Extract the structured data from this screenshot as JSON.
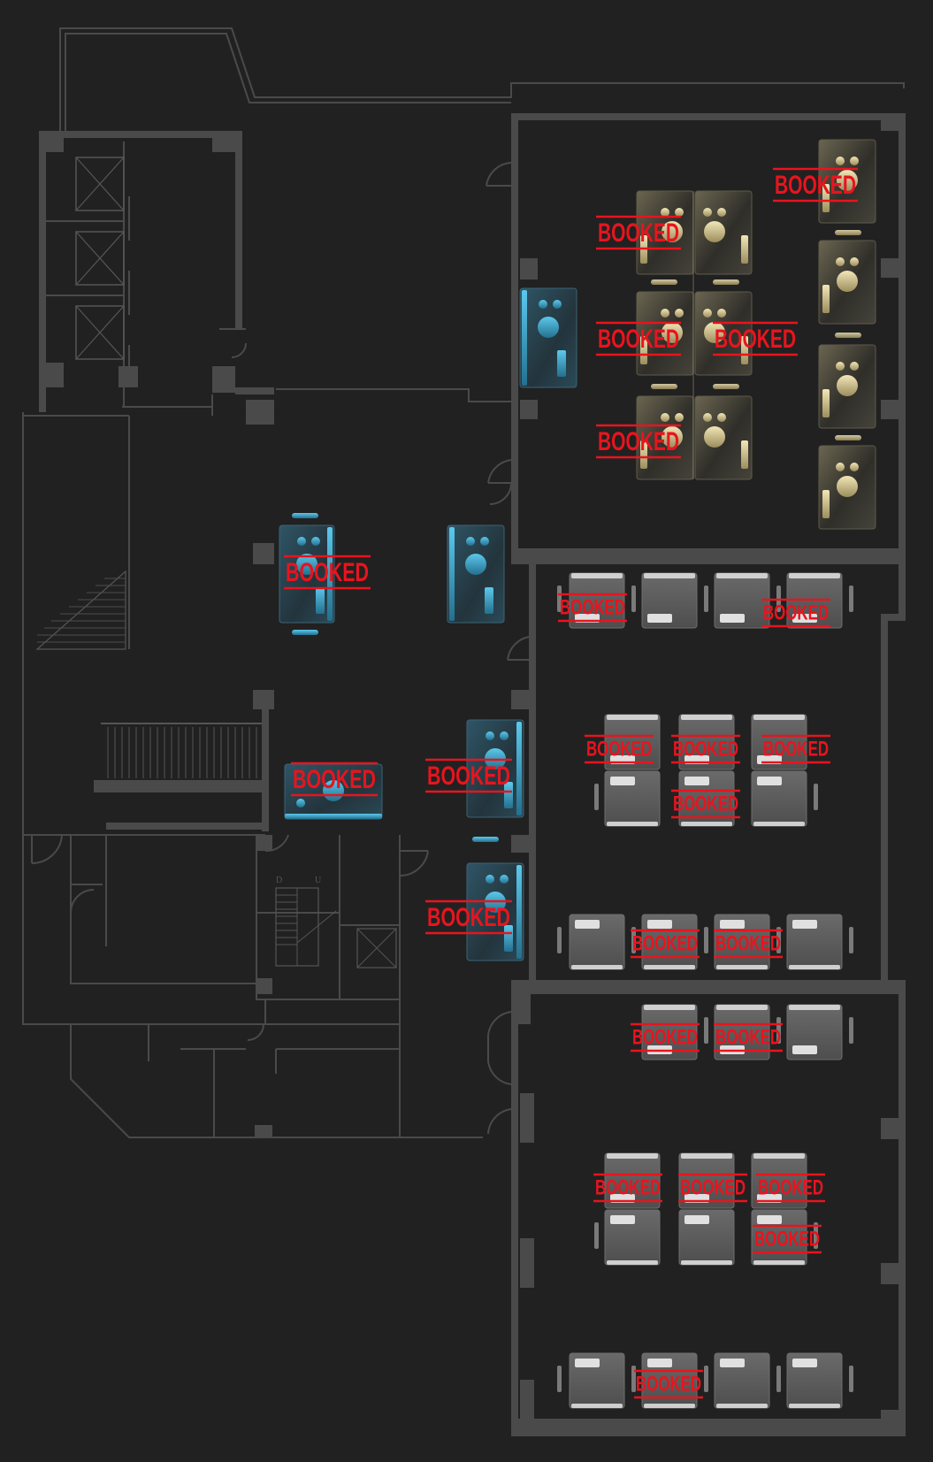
{
  "booked_label": "BOOKED",
  "colors": {
    "background": "#212121",
    "wall": "#4a4a4a",
    "booked_red": "#e8141e",
    "gold_seat": "#d8c898",
    "blue_seat": "#3ab0d8",
    "gray_desk": "#5a5a5a"
  },
  "legend_letters": {
    "down": "D",
    "up": "U"
  },
  "gold_desks": [
    {
      "id": "g1",
      "booked": true
    },
    {
      "id": "g2",
      "booked": false
    },
    {
      "id": "g3",
      "booked": true
    },
    {
      "id": "g4",
      "booked": true
    },
    {
      "id": "g5",
      "booked": true
    },
    {
      "id": "g6",
      "booked": false
    },
    {
      "id": "g7",
      "booked": true
    },
    {
      "id": "g8",
      "booked": false
    },
    {
      "id": "g9",
      "booked": false
    },
    {
      "id": "g10",
      "booked": false
    }
  ],
  "blue_desks": [
    {
      "id": "b1",
      "booked": false
    },
    {
      "id": "b2",
      "booked": true
    },
    {
      "id": "b3",
      "booked": false
    },
    {
      "id": "b4",
      "booked": true
    },
    {
      "id": "b5",
      "booked": true
    },
    {
      "id": "b6",
      "booked": true
    }
  ],
  "gray_desks": [
    {
      "id": "r1",
      "booked": true
    },
    {
      "id": "r2",
      "booked": false
    },
    {
      "id": "r3",
      "booked": false
    },
    {
      "id": "r4",
      "booked": true
    },
    {
      "id": "r5",
      "booked": true
    },
    {
      "id": "r6",
      "booked": true
    },
    {
      "id": "r7",
      "booked": true
    },
    {
      "id": "r8",
      "booked": false
    },
    {
      "id": "r9",
      "booked": true
    },
    {
      "id": "r10",
      "booked": false
    },
    {
      "id": "r11",
      "booked": false
    },
    {
      "id": "r12",
      "booked": true
    },
    {
      "id": "r13",
      "booked": true
    },
    {
      "id": "r14",
      "booked": false
    },
    {
      "id": "r15",
      "booked": true
    },
    {
      "id": "r16",
      "booked": true
    },
    {
      "id": "r17",
      "booked": false
    },
    {
      "id": "r18",
      "booked": true
    },
    {
      "id": "r19",
      "booked": true
    },
    {
      "id": "r20",
      "booked": true
    },
    {
      "id": "r21",
      "booked": false
    },
    {
      "id": "r22",
      "booked": false
    },
    {
      "id": "r23",
      "booked": true
    },
    {
      "id": "r24",
      "booked": false
    },
    {
      "id": "r25",
      "booked": true
    },
    {
      "id": "r26",
      "booked": false
    },
    {
      "id": "r27",
      "booked": false
    }
  ]
}
